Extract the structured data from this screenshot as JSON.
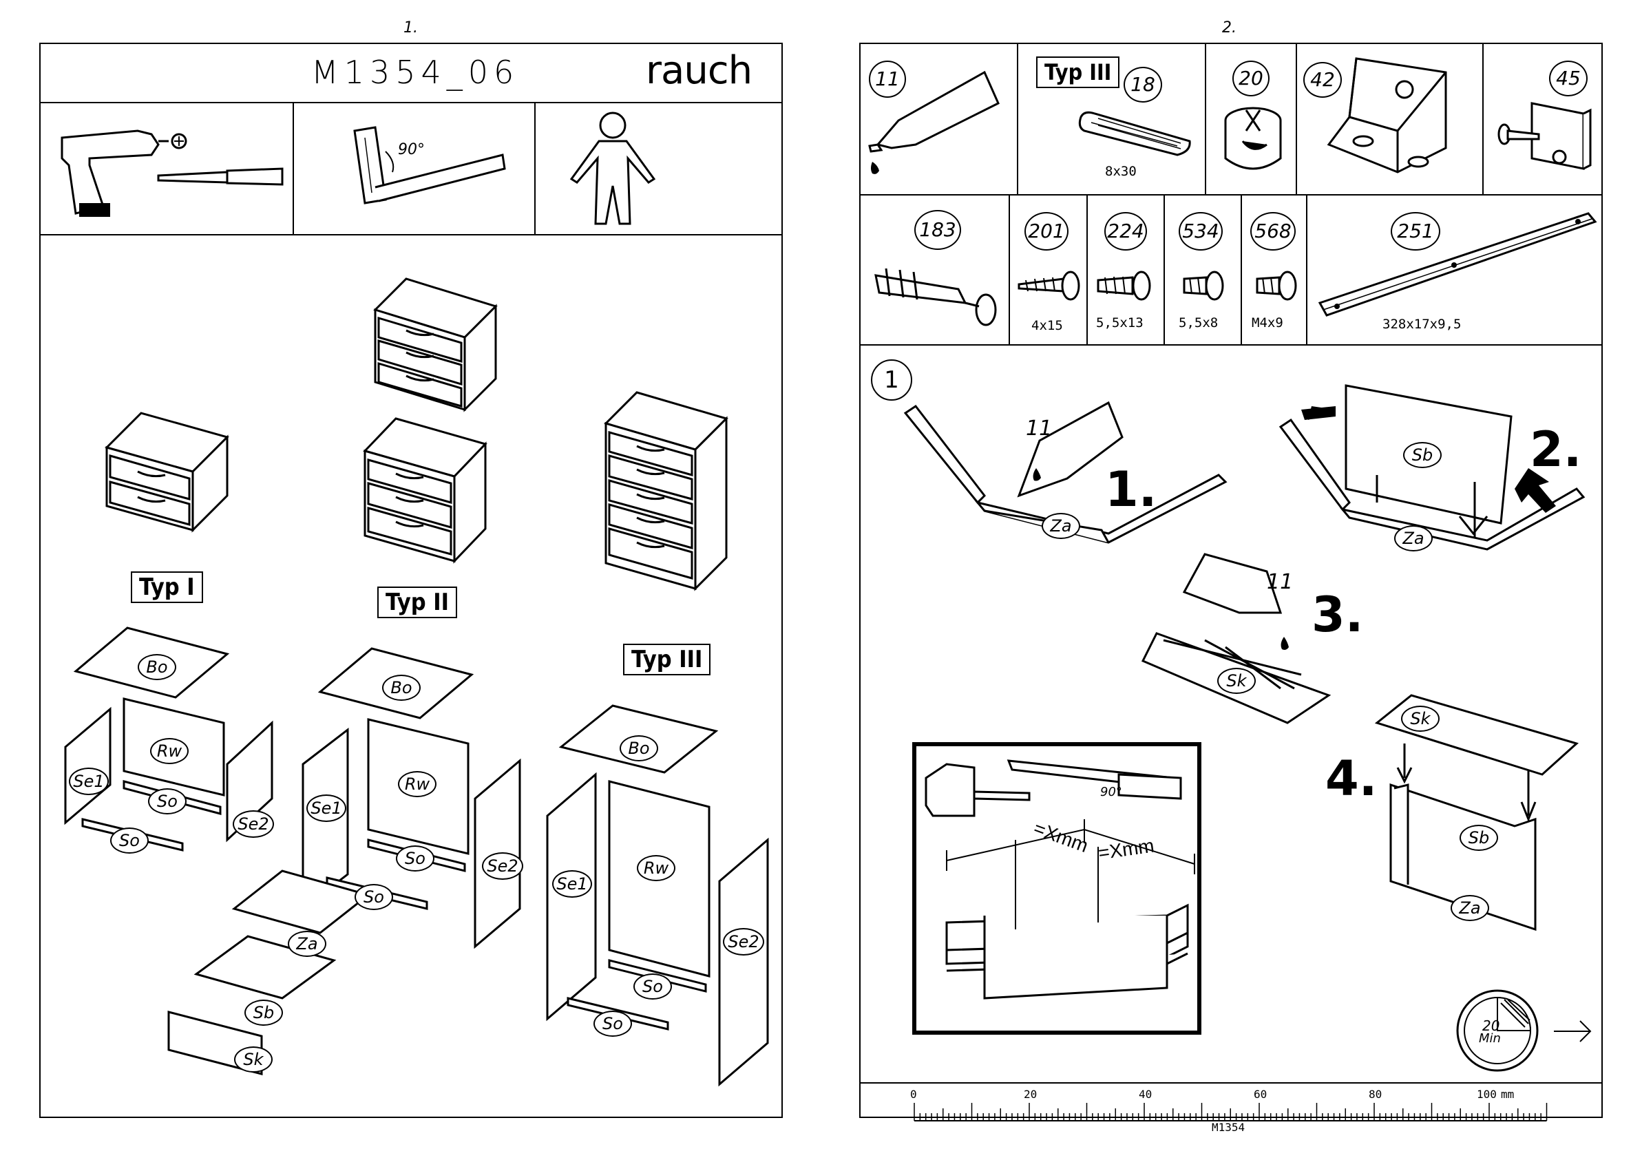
{
  "left_page": {
    "page_number": "1.",
    "title": "M1354_06",
    "brand": "rauch",
    "tools": {
      "angle_label": "90°"
    },
    "types": [
      {
        "label": "Typ I"
      },
      {
        "label": "Typ II"
      },
      {
        "label": "Typ III"
      }
    ],
    "parts": {
      "bo": "Bo",
      "rw": "Rw",
      "se1": "Se1",
      "se2": "Se2",
      "so": "So",
      "za": "Za",
      "sb": "Sb",
      "sk": "Sk"
    }
  },
  "right_page": {
    "page_number": "2.",
    "hardware_row1": [
      {
        "number": "11",
        "dim": ""
      },
      {
        "number": "18",
        "dim": "8x30",
        "type_label": "Typ III"
      },
      {
        "number": "20",
        "dim": ""
      },
      {
        "number": "42",
        "dim": ""
      },
      {
        "number": "45",
        "dim": ""
      }
    ],
    "hardware_row2": [
      {
        "number": "183",
        "dim": ""
      },
      {
        "number": "201",
        "dim": "4x15"
      },
      {
        "number": "224",
        "dim": "5,5x13"
      },
      {
        "number": "534",
        "dim": "5,5x8"
      },
      {
        "number": "568",
        "dim": "M4x9"
      },
      {
        "number": "251",
        "dim": "328x17x9,5"
      }
    ],
    "step_number": "1",
    "substeps": [
      "1.",
      "2.",
      "3.",
      "4."
    ],
    "glue_label": "11",
    "parts": {
      "za": "Za",
      "sb": "Sb",
      "sk": "Sk"
    },
    "measure": {
      "x1": "=Xmm",
      "x2": "=Xmm",
      "angle": "90°"
    },
    "timer": {
      "value": "20",
      "unit": "Min"
    },
    "ruler": {
      "ticks": [
        "0",
        "20",
        "40",
        "60",
        "80",
        "100"
      ],
      "unit": "mm",
      "code": "M1354"
    }
  }
}
